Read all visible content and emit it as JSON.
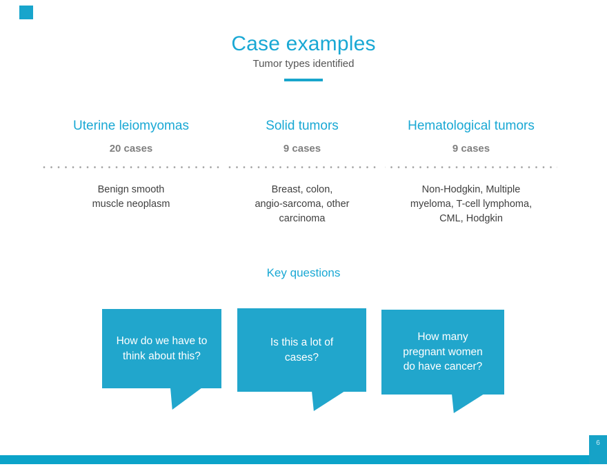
{
  "slide": {
    "title": "Case examples",
    "subtitle": "Tumor types identified",
    "page_number": "6"
  },
  "colors": {
    "accent_text": "#19a8d4",
    "teal_fill": "#21a6cc",
    "footer_bar": "#0ba3c9",
    "cases_gray": "#7f7f7f",
    "body_gray": "#3f3f3f"
  },
  "columns": [
    {
      "title": "Uterine leiomyomas",
      "cases": "20 cases",
      "description": "Benign smooth\nmuscle neoplasm"
    },
    {
      "title": "Solid tumors",
      "cases": "9 cases",
      "description": "Breast, colon,\nangio-sarcoma, other\ncarcinoma"
    },
    {
      "title": "Hematological tumors",
      "cases": "9 cases",
      "description": "Non-Hodgkin, Multiple\nmyeloma, T-cell lymphoma,\nCML, Hodgkin"
    }
  ],
  "key_questions": {
    "heading": "Key questions",
    "bubbles": [
      "How do we have to\nthink about this?",
      "Is this a lot of\ncases?",
      "How many\npregnant women\ndo have cancer?"
    ]
  }
}
